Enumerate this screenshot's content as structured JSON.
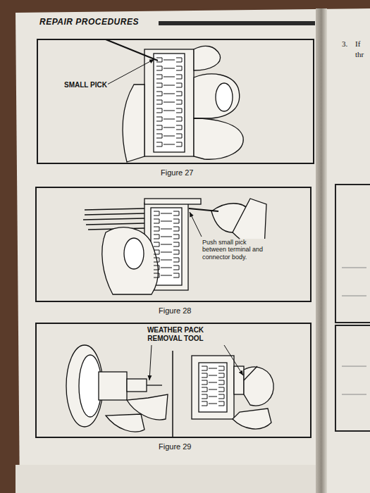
{
  "diagram": {
    "title": "REPAIR PROCEDURES",
    "nodes": [
      {
        "text": [
          "SMALL PICK",
          "Figure 27"
        ]
      },
      {
        "text": [
          "Push small pick between terminal and connector body.",
          "Figure 28"
        ]
      },
      {
        "text": [
          "WEATHER PACK REMOVAL TOOL",
          "Figure 29"
        ]
      }
    ],
    "labels": [
      "3.",
      "If",
      "thr"
    ]
  }
}
